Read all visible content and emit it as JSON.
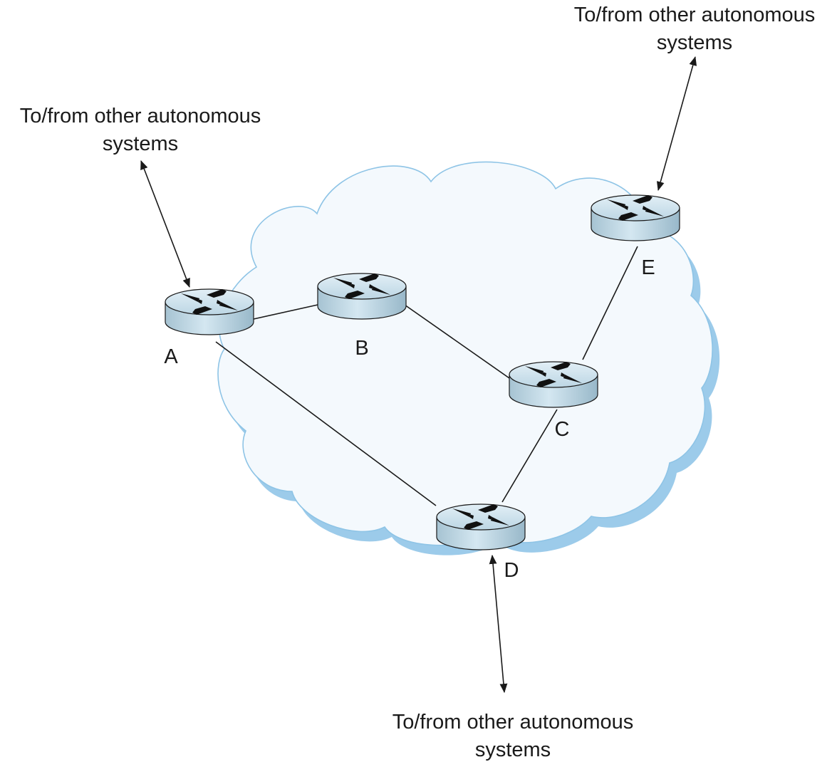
{
  "routers": {
    "a": {
      "label": "A"
    },
    "b": {
      "label": "B"
    },
    "c": {
      "label": "C"
    },
    "d": {
      "label": "D"
    },
    "e": {
      "label": "E"
    }
  },
  "external": {
    "top_left": {
      "line1": "To/from other autonomous",
      "line2": "systems"
    },
    "top_right": {
      "line1": "To/from other autonomous",
      "line2": "systems"
    },
    "bottom": {
      "line1": "To/from other autonomous",
      "line2": "systems"
    }
  },
  "links": [
    {
      "from": "A",
      "to": "B"
    },
    {
      "from": "A",
      "to": "D"
    },
    {
      "from": "B",
      "to": "C"
    },
    {
      "from": "C",
      "to": "D"
    },
    {
      "from": "C",
      "to": "E"
    }
  ],
  "colors": {
    "cloud_fill": "#f3f9fd",
    "cloud_outline": "#8ec4e6",
    "cloud_shadow": "#9ccbea",
    "router_top": "#cfe4ef",
    "router_side": "#a9c9da",
    "link": "#1a1a1a"
  }
}
